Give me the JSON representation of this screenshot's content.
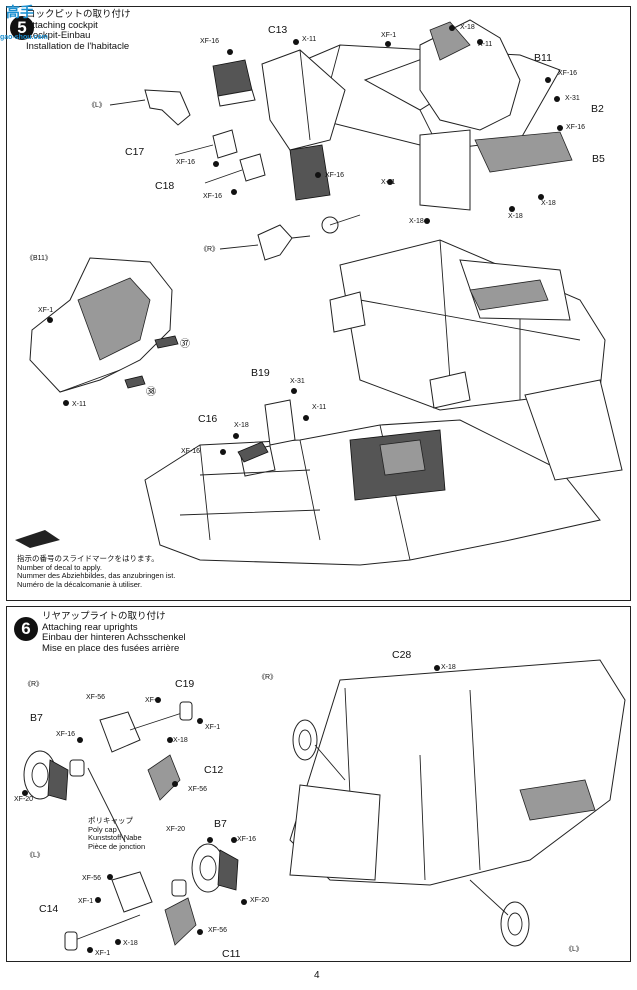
{
  "watermark": {
    "logo_text": "高手",
    "site": "gao-shou.com"
  },
  "step5": {
    "number": "5",
    "title_jp": "コックピットの取り付け",
    "title_en": "Attaching cockpit",
    "title_de": "Cockpit-Einbau",
    "title_fr": "Installation de l'habitacle",
    "decal_note": [
      "指示の番号のスライドマークをはります。",
      "Number of decal to apply.",
      "Nummer des Abziehbildes, das anzubringen ist.",
      "Numéro de la décalcomanie à utiliser."
    ],
    "labels": {
      "l": "《L》",
      "r": "《R》",
      "b11_view": "《B11》",
      "c13": "C13",
      "c17": "C17",
      "c18": "C18",
      "b11": "B11",
      "b2": "B2",
      "b5": "B5",
      "b19": "B19",
      "c16": "C16",
      "xf16_a": "XF-16",
      "x11_a": "X-11",
      "xf1_a": "XF-1",
      "x18_a": "X-18",
      "x11_b": "X-11",
      "xf16_b": "XF-16",
      "x31_a": "X-31",
      "xf16_c": "XF-16",
      "xf16_d": "XF-16",
      "xf16_e": "XF-16",
      "x11_c": "X-11",
      "x18_b": "X-18",
      "x18_c": "X-18",
      "x18_d": "X-18",
      "xf1_b": "XF-1",
      "x11_d": "X-11",
      "decal37": "㊲",
      "decal38": "㊳",
      "x31_b": "X-31",
      "x11_e": "X-11",
      "x18_e": "X-18",
      "xf16_f": "XF-16"
    }
  },
  "step6": {
    "number": "6",
    "title_jp": "リヤアップライトの取り付け",
    "title_en": "Attaching rear uprights",
    "title_de": "Einbau der hinteren Achsschenkel",
    "title_fr": "Mise en place des fusées arrière",
    "polycap": [
      "ポリキャップ",
      "Poly cap",
      "Kunststoff-Nabe",
      "Pièce de jonction"
    ],
    "labels": {
      "r": "《R》",
      "l": "《L》",
      "r2": "《R》",
      "l2": "《L》",
      "b7_a": "B7",
      "b7_b": "B7",
      "c19": "C19",
      "c12": "C12",
      "c14": "C14",
      "c11": "C11",
      "c28": "C28",
      "xf56_a": "XF-56",
      "xf1_a": "XF-1",
      "xf1_b": "XF-1",
      "x18_a": "X-18",
      "xf16_a": "XF-16",
      "xf56_b": "XF-56",
      "xf20_a": "XF-20",
      "xf20_b": "XF-20",
      "xf16_b": "XF-16",
      "xf20_c": "XF-20",
      "xf56_c": "XF-56",
      "xf1_c": "XF-1",
      "x18_b": "X-18",
      "xf56_d": "XF-56",
      "xf1_d": "XF-1",
      "x18_c": "X-18"
    }
  },
  "page_number": "4"
}
